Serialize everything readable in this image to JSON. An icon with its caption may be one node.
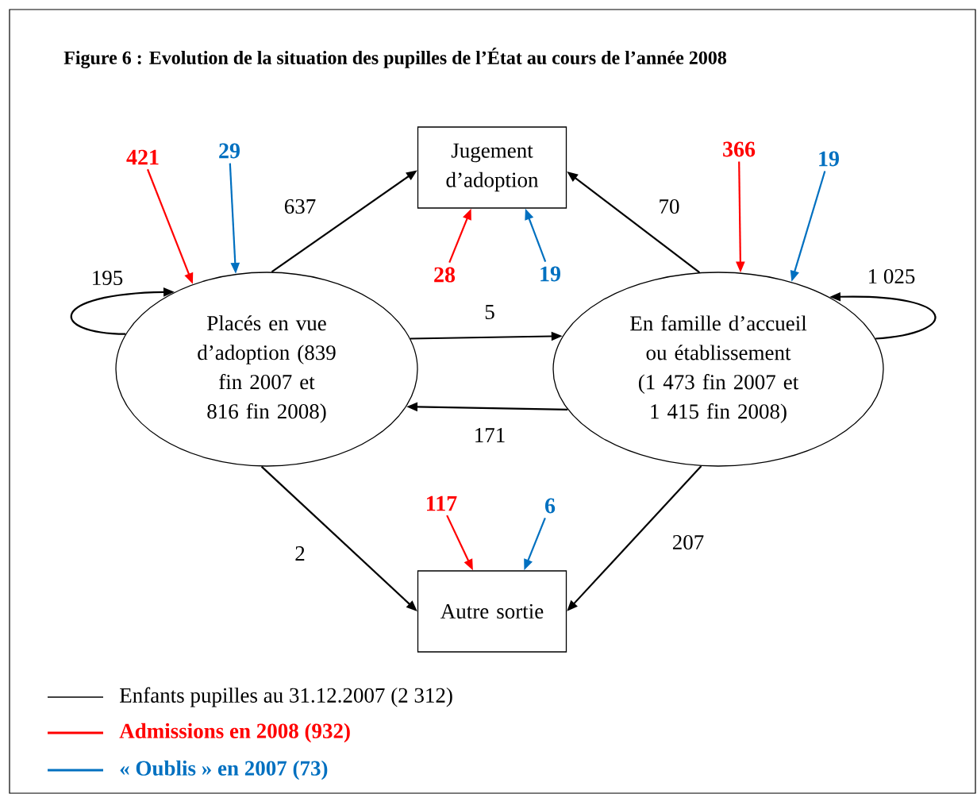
{
  "diagram": {
    "title": "Figure 6 : Evolution de la situation des pupilles de l’État au cours de l’année 2008",
    "nodes": [
      {
        "text": [
          "Jugement d’adoption"
        ]
      },
      {
        "text": [
          "Placés en vue d’adoption (839 fin 2007 et 816 fin 2008)"
        ]
      },
      {
        "text": [
          "En famille d’accueil ou établissement (1 473 fin 2007 et 1 415 fin 2008)"
        ]
      },
      {
        "text": [
          "Autre sortie"
        ]
      },
      {
        "text": [
          "421"
        ]
      },
      {
        "text": [
          "29"
        ]
      },
      {
        "text": [
          "28"
        ]
      },
      {
        "text": [
          "19"
        ]
      },
      {
        "text": [
          "366"
        ]
      },
      {
        "text": [
          "19"
        ]
      },
      {
        "text": [
          "117"
        ]
      },
      {
        "text": [
          "6"
        ]
      }
    ],
    "edges": [
      {
        "from": 1,
        "to": 0,
        "arrow": "to",
        "label": "637"
      },
      {
        "from": 2,
        "to": 0,
        "arrow": "to",
        "label": "70"
      },
      {
        "from": 1,
        "to": 2,
        "arrow": "to",
        "label": "5"
      },
      {
        "from": 2,
        "to": 1,
        "arrow": "to",
        "label": "171"
      },
      {
        "from": 1,
        "to": 1,
        "arrow": "to",
        "label": "195"
      },
      {
        "from": 2,
        "to": 2,
        "arrow": "to",
        "label": "1 025"
      },
      {
        "from": 1,
        "to": 3,
        "arrow": "to",
        "label": "2"
      },
      {
        "from": 2,
        "to": 3,
        "arrow": "to",
        "label": "207"
      },
      {
        "from": 4,
        "to": 1,
        "arrow": "to",
        "color": "#ff0000"
      },
      {
        "from": 5,
        "to": 1,
        "arrow": "to",
        "color": "#0070c0"
      },
      {
        "from": 6,
        "to": 0,
        "arrow": "to",
        "color": "#ff0000"
      },
      {
        "from": 7,
        "to": 0,
        "arrow": "to",
        "color": "#0070c0"
      },
      {
        "from": 8,
        "to": 2,
        "arrow": "to",
        "color": "#ff0000"
      },
      {
        "from": 9,
        "to": 2,
        "arrow": "to",
        "color": "#0070c0"
      },
      {
        "from": 10,
        "to": 3,
        "arrow": "to",
        "color": "#ff0000"
      },
      {
        "from": 11,
        "to": 3,
        "arrow": "to",
        "color": "#0070c0"
      }
    ],
    "legend": [
      {
        "text": "Enfants pupilles au 31.12.2007 (2 312)"
      },
      {
        "text": "Admissions en 2008 (932)"
      },
      {
        "text": "« Oublis » en 2007 (73)"
      }
    ]
  }
}
